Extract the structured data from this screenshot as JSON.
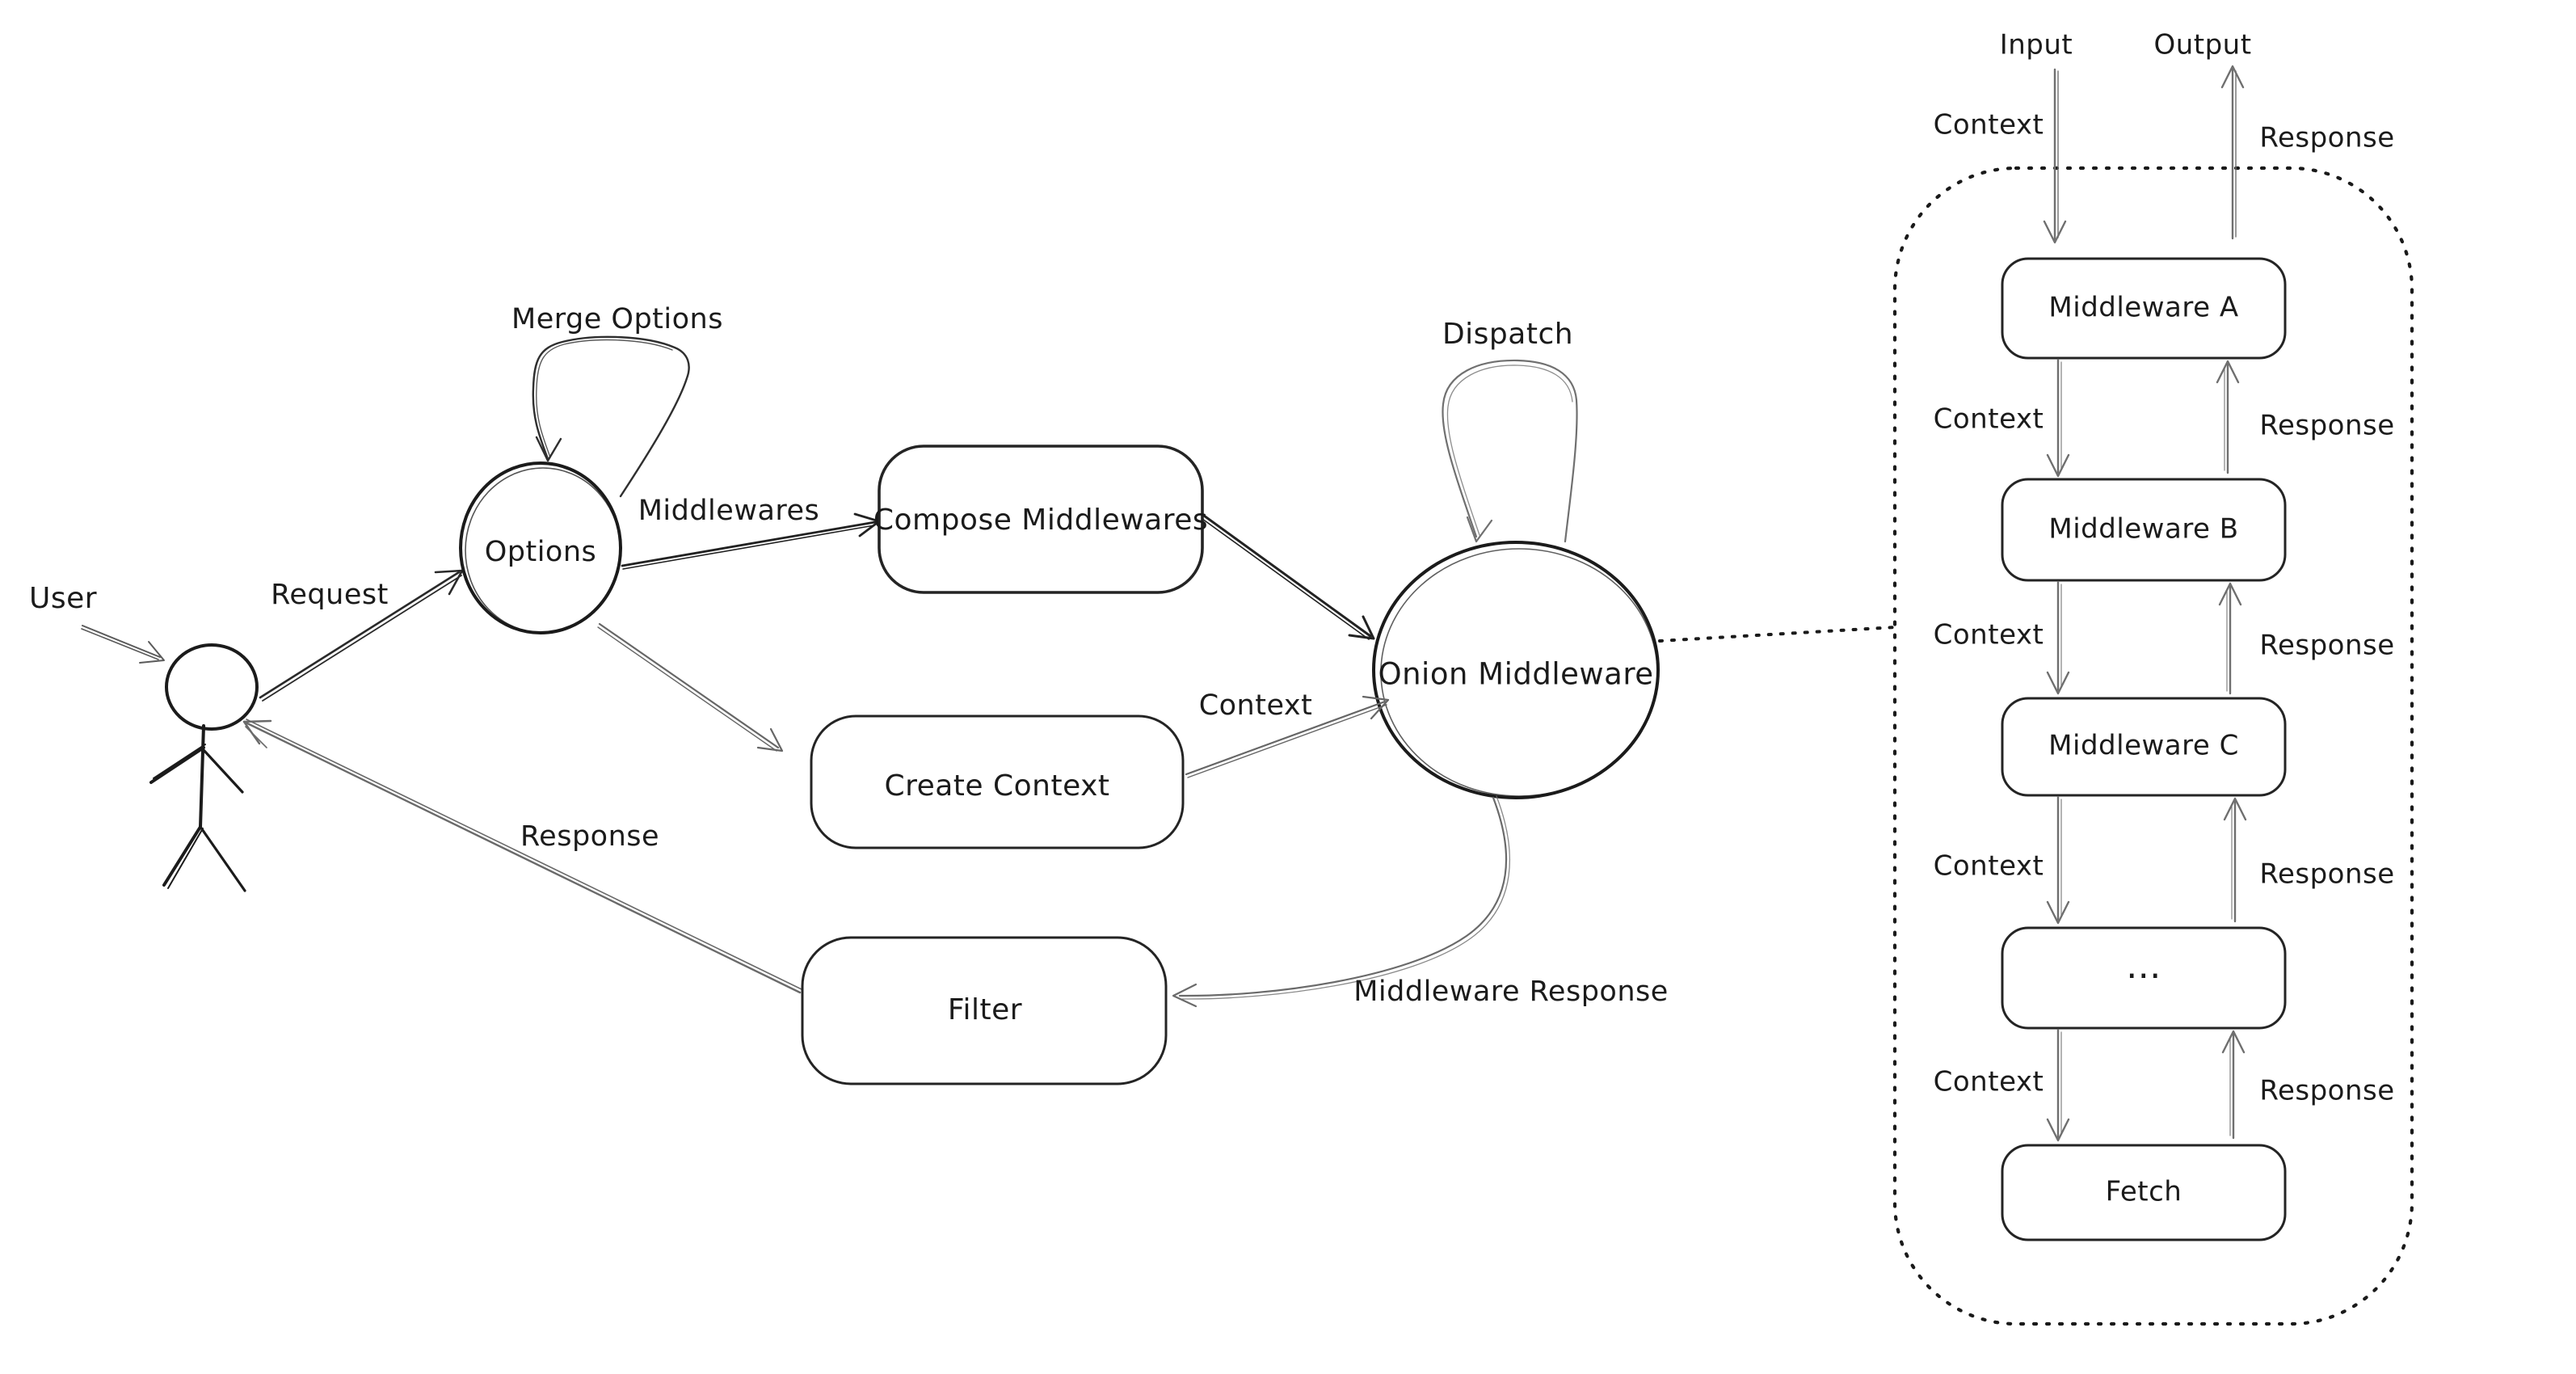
{
  "colors": {
    "background": "#ffffff",
    "ink": "#1b1b1b",
    "arrow_gray": "#6f6f6f"
  },
  "main_flow": {
    "user_label": "User",
    "request_label": "Request",
    "options_label": "Options",
    "merge_options_label": "Merge Options",
    "middlewares_label": "Middlewares",
    "compose_middlewares_label": "Compose Middlewares",
    "dispatch_label": "Dispatch",
    "onion_middleware_label": "Onion Middleware",
    "context_label": "Context",
    "create_context_label": "Create Context",
    "filter_label": "Filter",
    "response_label": "Response",
    "middleware_response_label": "Middleware Response"
  },
  "pipeline": {
    "input_label": "Input",
    "output_label": "Output",
    "entry_context_label": "Context",
    "exit_response_label": "Response",
    "stages": [
      {
        "label": "Middleware A"
      },
      {
        "label": "Middleware B"
      },
      {
        "label": "Middleware C"
      },
      {
        "label": "..."
      },
      {
        "label": "Fetch"
      }
    ],
    "links": [
      {
        "context": "Context",
        "response": "Response"
      },
      {
        "context": "Context",
        "response": "Response"
      },
      {
        "context": "Context",
        "response": "Response"
      },
      {
        "context": "Context",
        "response": "Response"
      }
    ]
  }
}
